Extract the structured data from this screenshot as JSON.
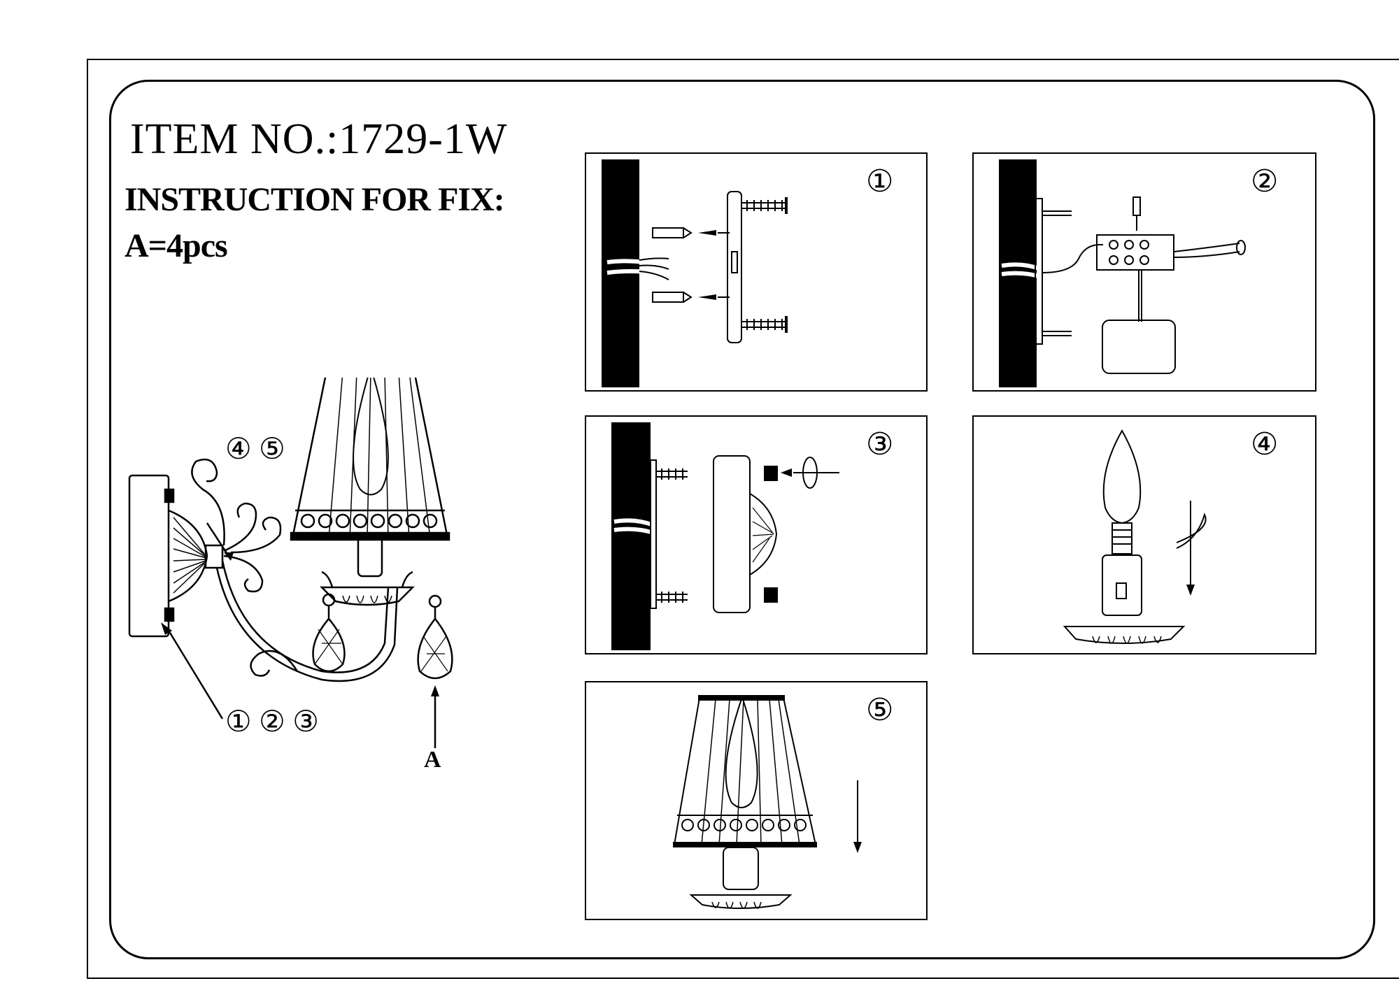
{
  "header": {
    "item_no": "ITEM NO.:1729-1W",
    "instruction": "INSTRUCTION FOR FIX:",
    "quantity": "A=4pcs"
  },
  "main_diagram": {
    "callout_top": "④ ⑤",
    "callout_bottom": "① ② ③",
    "callout_crystal": "A"
  },
  "steps": [
    {
      "number": "①"
    },
    {
      "number": "②"
    },
    {
      "number": "③"
    },
    {
      "number": "④"
    },
    {
      "number": "⑤"
    }
  ]
}
